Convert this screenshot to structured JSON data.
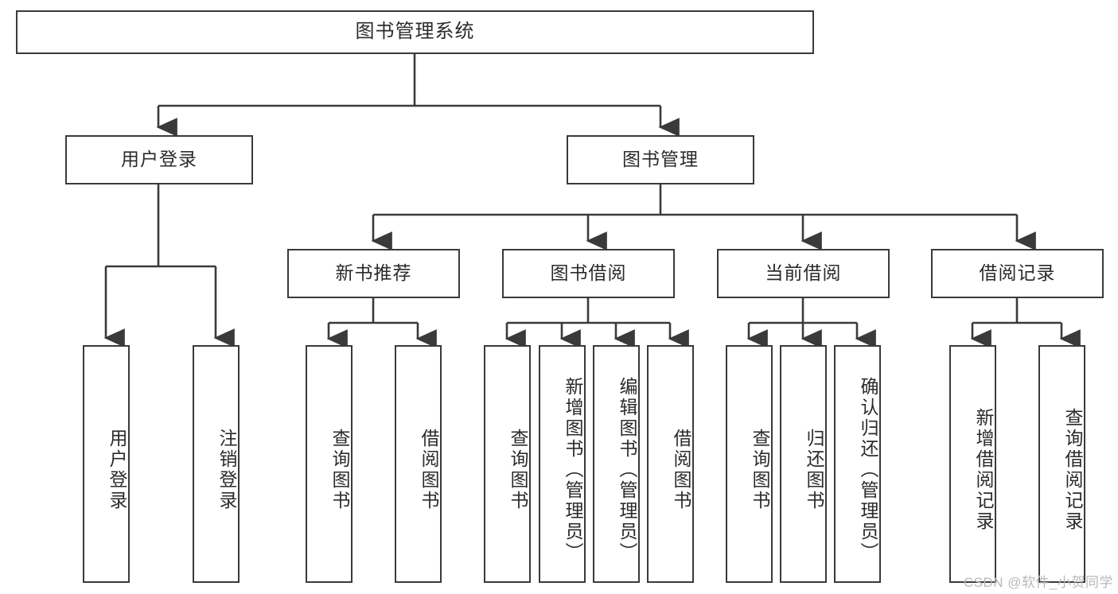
{
  "diagram": {
    "type": "tree",
    "title": "图书管理系统",
    "root": {
      "label": "图书管理系统"
    },
    "level1": [
      {
        "id": "user-login",
        "label": "用户登录"
      },
      {
        "id": "book-manage",
        "label": "图书管理"
      }
    ],
    "level2": [
      {
        "id": "new-book-recommend",
        "label": "新书推荐",
        "parent": "book-manage"
      },
      {
        "id": "book-borrow",
        "label": "图书借阅",
        "parent": "book-manage"
      },
      {
        "id": "current-borrow",
        "label": "当前借阅",
        "parent": "book-manage"
      },
      {
        "id": "borrow-record",
        "label": "借阅记录",
        "parent": "book-manage"
      }
    ],
    "leaves": [
      {
        "id": "leaf-user-login",
        "label": "用户登录",
        "parent": "user-login"
      },
      {
        "id": "leaf-user-logout",
        "label": "注销登录",
        "parent": "user-login"
      },
      {
        "id": "leaf-query-book-1",
        "label": "查询图书",
        "parent": "new-book-recommend"
      },
      {
        "id": "leaf-borrow-book-1",
        "label": "借阅图书",
        "parent": "new-book-recommend"
      },
      {
        "id": "leaf-query-book-2",
        "label": "查询图书",
        "parent": "book-borrow"
      },
      {
        "id": "leaf-add-book",
        "label": "新增图书（管理员）",
        "parent": "book-borrow"
      },
      {
        "id": "leaf-edit-book",
        "label": "编辑图书（管理员）",
        "parent": "book-borrow"
      },
      {
        "id": "leaf-borrow-book-2",
        "label": "借阅图书",
        "parent": "book-borrow"
      },
      {
        "id": "leaf-query-book-3",
        "label": "查询图书",
        "parent": "current-borrow"
      },
      {
        "id": "leaf-return-book",
        "label": "归还图书",
        "parent": "current-borrow"
      },
      {
        "id": "leaf-confirm-return",
        "label": "确认归还（管理员）",
        "parent": "current-borrow"
      },
      {
        "id": "leaf-add-record",
        "label": "新增借阅记录",
        "parent": "borrow-record"
      },
      {
        "id": "leaf-query-record",
        "label": "查询借阅记录",
        "parent": "borrow-record"
      }
    ],
    "colors": {
      "stroke": "#3a3a3a",
      "fill": "#ffffff",
      "text": "#2b2b2b",
      "watermark": "#b9b9b9"
    }
  },
  "watermark": {
    "text": "CSDN @软件_小贺同学"
  }
}
